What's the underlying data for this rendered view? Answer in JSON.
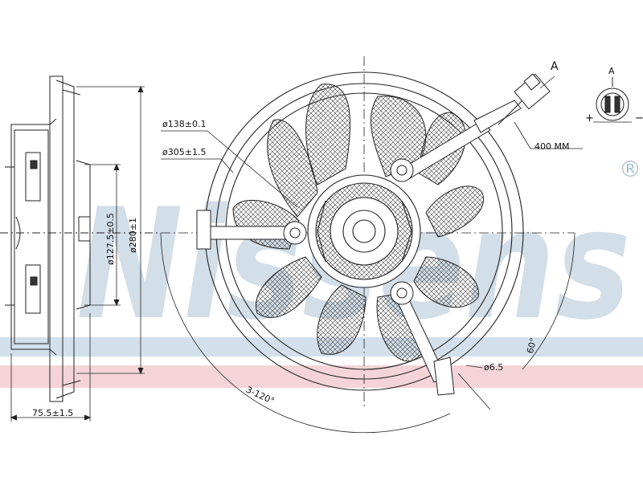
{
  "watermark": {
    "text": "Nissens",
    "registered_mark": "®",
    "color": "#b9c9d8"
  },
  "bands": {
    "top_color": "#c8d8e6",
    "bottom_color": "#f1c9cf"
  },
  "dimensions": {
    "diameter_138": "ø138±0.1",
    "diameter_305": "ø305±1.5",
    "cable_length": "400 MM",
    "diameter_127": "ø127.5±0.5",
    "diameter_280": "ø280±1",
    "depth": "75.5±1.5",
    "hole_diameter": "ø6.5",
    "angle_120": "3-120°",
    "angle_60": "60°"
  },
  "connector_view": {
    "label": "A",
    "plus": "+",
    "minus": "−"
  },
  "view_arrow_label": "A"
}
